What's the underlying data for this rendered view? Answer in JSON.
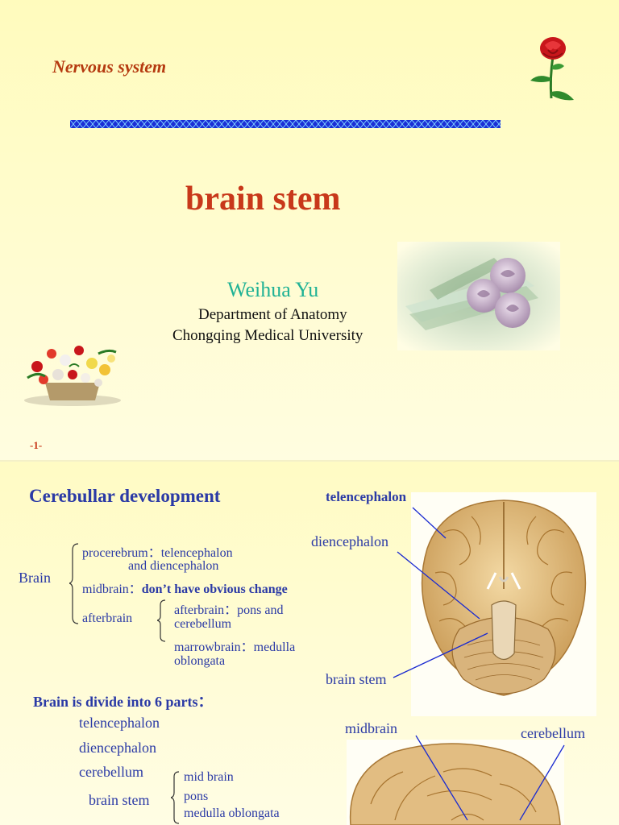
{
  "slide1": {
    "subtitle": "Nervous system",
    "title": "brain stem",
    "author": "Weihua Yu",
    "department": "Department of Anatomy",
    "university": "Chongqing Medical University",
    "page_number": "-1-"
  },
  "slide2": {
    "heading": "Cerebullar development",
    "brain_label": "Brain",
    "proc": "procerebrum：telencephalon",
    "proc2": "and diencephalon",
    "midbrain_prefix": "midbrain：",
    "midbrain_note": "don’t have obvious change",
    "afterbrain": "afterbrain",
    "afterbrain_sub1": "afterbrain：pons and",
    "afterbrain_sub1b": "cerebellum",
    "afterbrain_sub2": "marrowbrain：medulla",
    "afterbrain_sub2b": "oblongata",
    "parts_heading": "Brain is divide into 6 parts：",
    "parts": [
      "telencephalon",
      "diencephalon",
      "cerebellum",
      "brain stem"
    ],
    "brainstem_parts": [
      "mid brain",
      "pons",
      "medulla oblongata"
    ],
    "diagram_labels": {
      "telencephalon": "telencephalon",
      "diencephalon": "diencephalon",
      "brain_stem": "brain stem",
      "midbrain": "midbrain",
      "cerebellum": "cerebellum"
    }
  },
  "colors": {
    "title_red": "#c8381a",
    "teal": "#20b295",
    "blue_text": "#2b3aa6",
    "bar_blue": "#1c2fd6"
  },
  "icons": [
    "rose-icon",
    "roses-photo",
    "flower-bouquet-icon",
    "brain-inferior-view-illustration",
    "brain-sagittal-illustration"
  ]
}
